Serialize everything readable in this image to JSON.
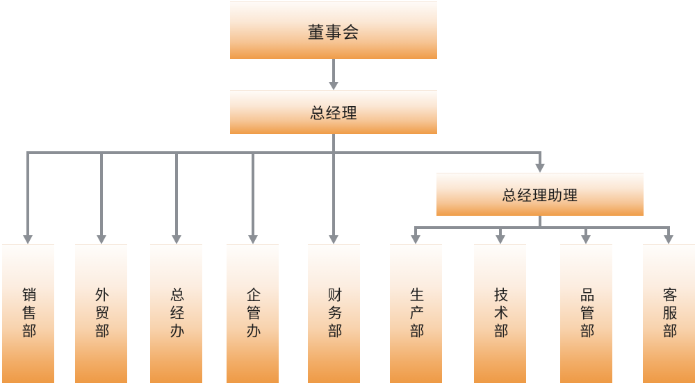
{
  "board": {
    "label": "董事会"
  },
  "general_manager": {
    "label": "总经理"
  },
  "gm_assistant": {
    "label": "总经理助理"
  },
  "gm_departments": [
    {
      "label": "销售部"
    },
    {
      "label": "外贸部"
    },
    {
      "label": "总经办"
    },
    {
      "label": "企管办"
    },
    {
      "label": "财务部"
    }
  ],
  "assistant_departments": [
    {
      "label": "生产部"
    },
    {
      "label": "技术部"
    },
    {
      "label": "品管部"
    },
    {
      "label": "客服部"
    }
  ],
  "colors": {
    "box_top": "#fefbf8",
    "box_bottom": "#ef9c48",
    "connector": "#8b8f95",
    "text": "#1e1e1e"
  }
}
